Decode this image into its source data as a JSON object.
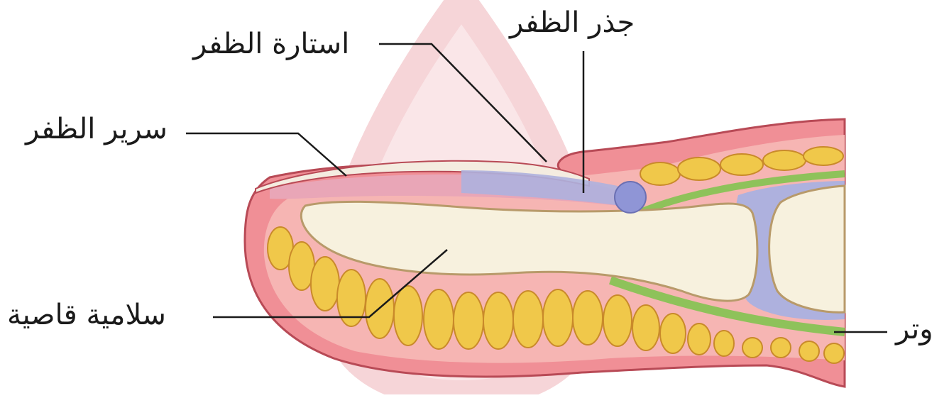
{
  "labels": {
    "nail_root": "جذر الظفر",
    "nail_fold": "استارة الظفر",
    "nail_bed": "سرير الظفر",
    "distal_phalanx": "سلامية قاصية",
    "tendon": "وتر"
  },
  "colors": {
    "skin": "#f08f96",
    "skin_inner": "#f6b5b3",
    "fat": "#f0c84a",
    "bone": "#f7f1de",
    "joint": "#aeb1de",
    "tendon": "#8ec25a",
    "nail": "#f4ece0",
    "watermark": "#f3c4c8"
  }
}
